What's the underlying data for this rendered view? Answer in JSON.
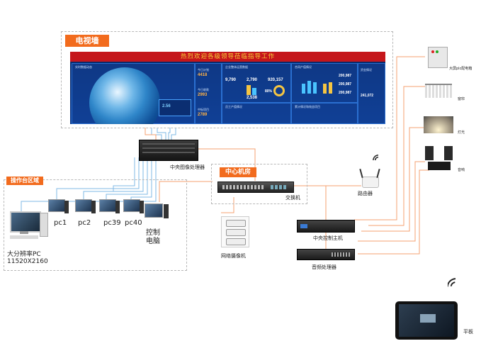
{
  "video_wall": {
    "title": "电视墙",
    "banner": "热烈欢迎各级领导莅临指导工作",
    "panel_titles": {
      "realtime": "实时数据动态",
      "overview": "企业整体运营数据",
      "contract": "合同产值情况",
      "funds": "资金情况",
      "kpi_day": "今日计划",
      "kpi_today": "今日收款",
      "kpi_mid": "中标项目",
      "staff": "员工产值情况",
      "quarter": "累计情况和效益项目"
    },
    "numbers": {
      "n1": "4418",
      "n2": "2993",
      "n3": "2789",
      "o1": "9,790",
      "o2": "2,790",
      "o3": "920,157",
      "o4": "2,538",
      "o5": "80%",
      "c1": "200,987",
      "c2": "200,987",
      "c3": "200,987",
      "f1": "241,072",
      "e1": "2.56"
    }
  },
  "operator_zone": {
    "title": "操作台区域",
    "big_pc_label_1": "大分辨率PC",
    "big_pc_label_2": "11520X2160",
    "pcs": [
      "pc1",
      "pc2",
      "pc39",
      "pc40"
    ],
    "control_pc_1": "控制",
    "control_pc_2": "电脑"
  },
  "devices": {
    "image_processor": "中央图像处理器",
    "switch": "交换机",
    "cameras": "网络摄像机",
    "central_control": "中央控制主机",
    "audio_processor": "音频处理器",
    "router": "路由器",
    "plc_box": "大屏plc配电箱",
    "curtain": "窗帘",
    "light": "灯光",
    "speaker": "音响",
    "tablet": "平板"
  },
  "server_room": {
    "title": "中心机房"
  },
  "colors": {
    "accent": "#f26b1d",
    "wire_orange": "#f4a070",
    "wire_blue": "#7fb8e6"
  }
}
